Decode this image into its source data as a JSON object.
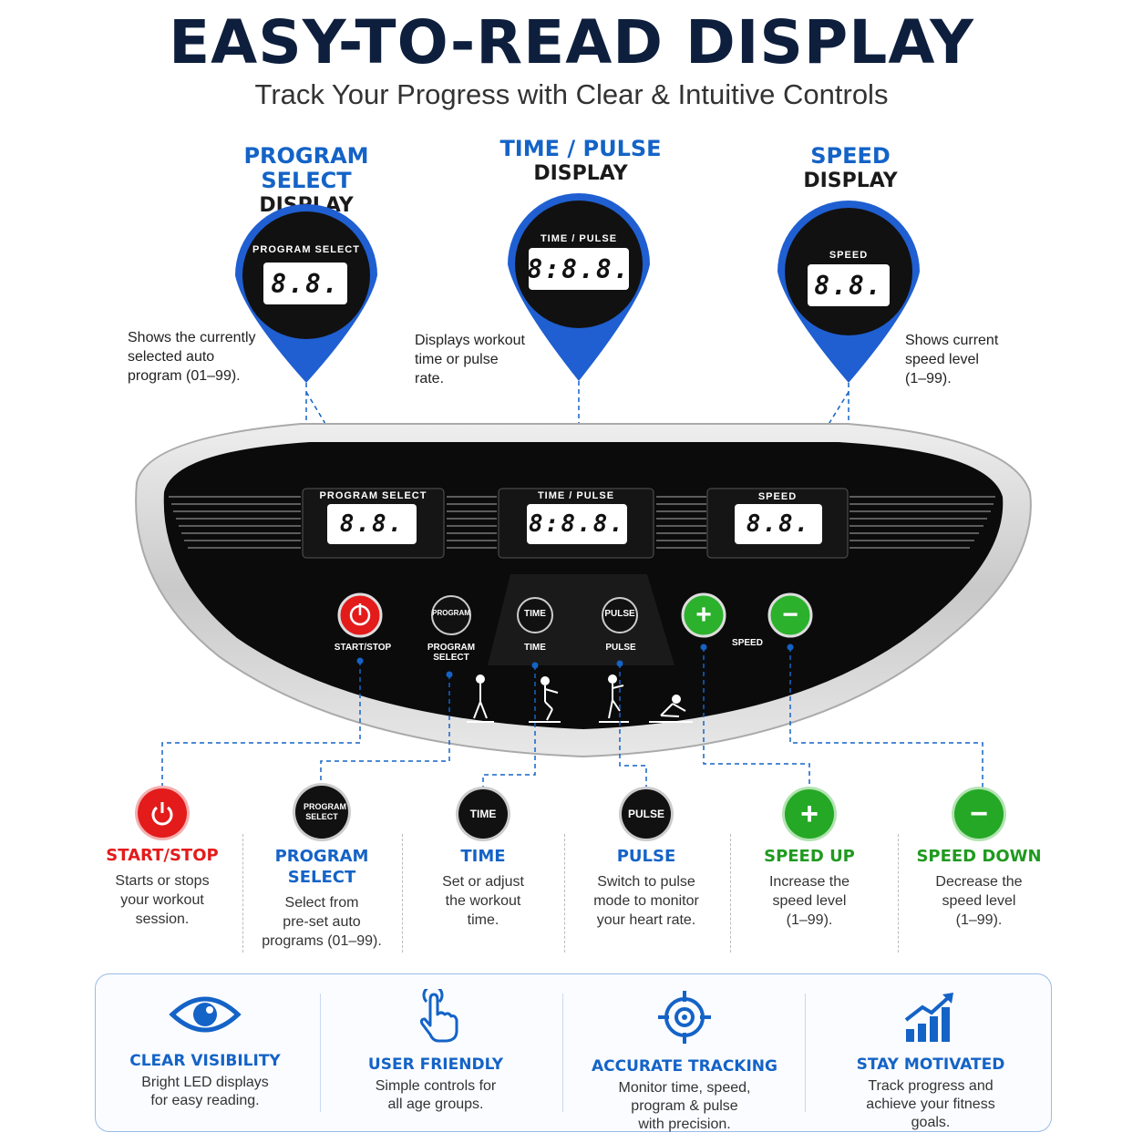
{
  "header": {
    "title": "EASY-TO-READ DISPLAY",
    "subtitle": "Track Your Progress with Clear & Intuitive Controls"
  },
  "callouts": [
    {
      "title_blue": "PROGRAM SELECT",
      "title_dark": "DISPLAY",
      "panel_label": "PROGRAM SELECT",
      "led": "8.8.",
      "desc": [
        "Shows the currently",
        "selected auto",
        "program (01–99)."
      ]
    },
    {
      "title_blue": "TIME / PULSE",
      "title_dark": "DISPLAY",
      "panel_label": "TIME / PULSE",
      "led": "8:8.8.",
      "desc": [
        "Displays workout",
        "time or pulse",
        "rate."
      ]
    },
    {
      "title_blue": "SPEED",
      "title_dark": "DISPLAY",
      "panel_label": "SPEED",
      "led": "8.8.",
      "desc": [
        "Shows current",
        "speed level",
        "(1–99)."
      ]
    }
  ],
  "console": {
    "displays": [
      {
        "label": "PROGRAM SELECT",
        "led": "8.8."
      },
      {
        "label": "TIME / PULSE",
        "led": "8:8.8."
      },
      {
        "label": "SPEED",
        "led": "8.8."
      }
    ],
    "buttons": [
      {
        "label": "START/STOP",
        "face": ""
      },
      {
        "label": "PROGRAM SELECT",
        "face": "PROGRAM"
      },
      {
        "label": "TIME",
        "face": "TIME"
      },
      {
        "label": "PULSE",
        "face": "PULSE"
      },
      {
        "label": "",
        "face": "+"
      },
      {
        "label": "",
        "face": "−"
      }
    ],
    "speed_label": "SPEED"
  },
  "controls": [
    {
      "name": "START/STOP",
      "color": "#e31b1b",
      "icon_text": "",
      "desc": [
        "Starts or stops",
        "your workout",
        "session."
      ]
    },
    {
      "name": "PROGRAM SELECT",
      "color": "#1463c7",
      "icon_text": "PROGRAM SELECT",
      "desc": [
        "Select from",
        "pre-set auto",
        "programs (01–99)."
      ]
    },
    {
      "name": "TIME",
      "color": "#1463c7",
      "icon_text": "TIME",
      "desc": [
        "Set or adjust",
        "the workout",
        "time."
      ]
    },
    {
      "name": "PULSE",
      "color": "#1463c7",
      "icon_text": "PULSE",
      "desc": [
        "Switch to pulse",
        "mode to monitor",
        "your heart rate."
      ]
    },
    {
      "name": "SPEED UP",
      "color": "#1f9a1f",
      "icon_text": "+",
      "desc": [
        "Increase the",
        "speed level",
        "(1–99)."
      ]
    },
    {
      "name": "SPEED DOWN",
      "color": "#1f9a1f",
      "icon_text": "−",
      "desc": [
        "Decrease the",
        "speed level",
        "(1–99)."
      ]
    }
  ],
  "features": [
    {
      "icon": "eye-icon",
      "title": "CLEAR VISIBILITY",
      "desc": [
        "Bright LED displays",
        "for easy reading."
      ]
    },
    {
      "icon": "tap-hand-icon",
      "title": "USER FRIENDLY",
      "desc": [
        "Simple controls for",
        "all age groups."
      ]
    },
    {
      "icon": "target-icon",
      "title": "ACCURATE TRACKING",
      "desc": [
        "Monitor time, speed,",
        "program & pulse",
        "with precision."
      ]
    },
    {
      "icon": "growth-chart-icon",
      "title": "STAY MOTIVATED",
      "desc": [
        "Track progress and",
        "achieve your fitness",
        "goals."
      ]
    }
  ],
  "colors": {
    "navy": "#0e1f3d",
    "blue": "#1463c7",
    "red": "#e31b1b",
    "green": "#1f9a1f"
  }
}
